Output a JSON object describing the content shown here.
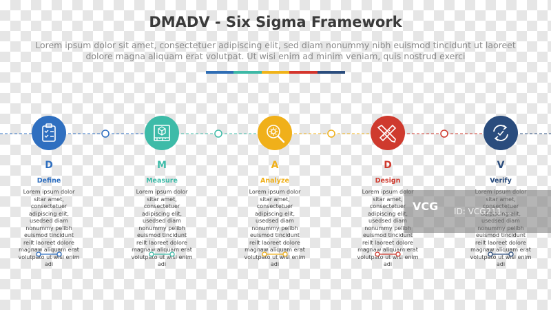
{
  "header": {
    "title": "DMADV - Six Sigma Framework",
    "subtitle": "Lorem ipsum dolor sit amet, consectetuer adipiscing elit, sed diam nonummy nibh euismod tincidunt ut laoreet dolore magna aliquam erat volutpat. Ut wisi enim ad minim veniam, quis nostrud exerci"
  },
  "color_bar": [
    "#2e6db4",
    "#3db8a6",
    "#f0b31a",
    "#d4352c",
    "#2a4c7d"
  ],
  "steps": [
    {
      "letter": "D",
      "label": "Define",
      "color": "#2f6fc0",
      "icon": "clipboard-checklist-icon",
      "text": "Lorem ipsum dolor sitar amet, consectetuer adipiscing elit, usedsed diam nonummy pelibh euismod tincidunt reilt laoreet dolore magnaw aliquam erat volutpato ut wisi enim adi"
    },
    {
      "letter": "M",
      "label": "Measure",
      "color": "#3dbba8",
      "icon": "measurement-board-icon",
      "text": "Lorem ipsum dolor sitar amet, consectetuer adipiscing elit, usedsed diam nonummy pelibh euismod tincidunt reilt laoreet dolore magnaw aliquam erat volutpato ut wisi enim adi"
    },
    {
      "letter": "A",
      "label": "Analyze",
      "color": "#f0b01a",
      "icon": "magnifier-gear-icon",
      "text": "Lorem ipsum dolor sitar amet, consectetuer adipiscing elit, usedsed diam nonummy pelibh euismod tincidunt reilt laoreet dolore magnaw aliquam erat volutpato ut wisi enim adi"
    },
    {
      "letter": "D",
      "label": "Design",
      "color": "#cf3a2e",
      "icon": "pencil-ruler-icon",
      "text": "Lorem ipsum dolor sitar amet, consectetuer adipiscing elit, usedsed diam nonummy pelibh euismod tincidunt reilt laoreet dolore magnaw aliquam erat volutpato ut wisi enim adi"
    },
    {
      "letter": "V",
      "label": "Verify",
      "color": "#2a4c7d",
      "icon": "refresh-check-icon",
      "text": "Lorem ipsum dolor sitar amet, consectetuer adipiscing elit, usedsed diam nonummy pelibh euismod tincidunt reilt laoreet dolore magnaw aliquam erat volutpato ut wisi enim adi"
    }
  ],
  "watermark": {
    "logo": "VCG",
    "text": "ID: VCG211 ..."
  }
}
